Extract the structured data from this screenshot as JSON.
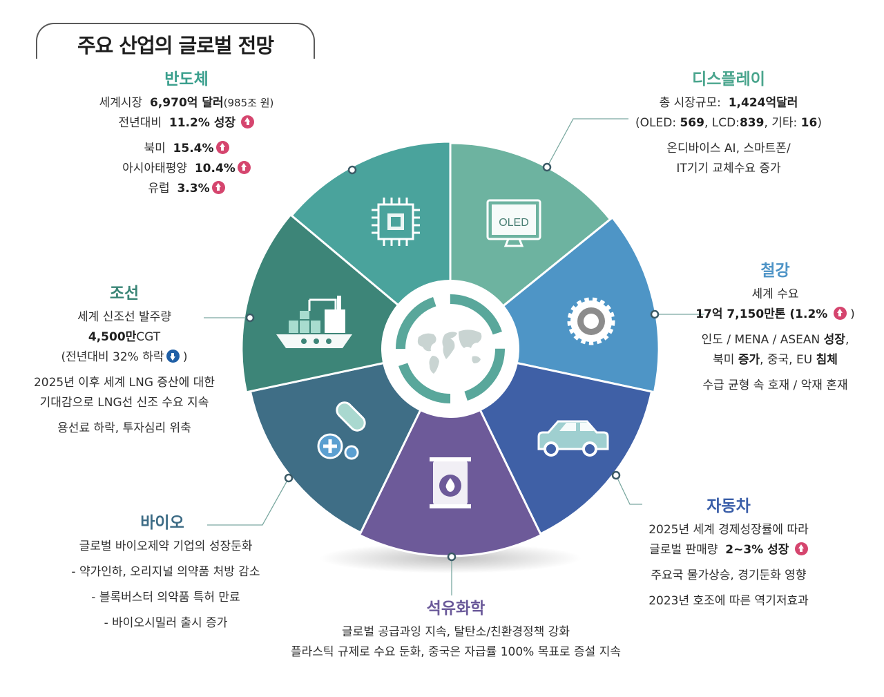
{
  "title": "주요 산업의 글로벌 전망",
  "semiconductor": {
    "heading": "반도체",
    "l1_prefix": "세계시장",
    "l1_value": "6,970억 달러",
    "l1_suffix": "(985조 원)",
    "l2_prefix": "전년대비",
    "l2_value": "11.2% 성장",
    "r1_label": "북미",
    "r1_value": "15.4%",
    "r2_label": "아시아태평양",
    "r2_value": "10.4%",
    "r3_label": "유럽",
    "r3_value": "3.3%"
  },
  "display": {
    "heading": "디스플레이",
    "l1_prefix": "총 시장규모:",
    "l1_value": "1,424억달러",
    "l2_open": "(OLED:",
    "l2_oled": "569",
    "l2_mid": ", LCD:",
    "l2_lcd": "839",
    "l2_mid2": ", 기타:",
    "l2_etc": "16",
    "l2_close": ")",
    "l3": "온디바이스 AI, 스마트폰/",
    "l4": "IT기기 교체수요 증가",
    "icon_label": "OLED"
  },
  "steel": {
    "heading": "철강",
    "l1": "세계 수요",
    "l2_value": "17억 7,150만톤 (1.2%",
    "l2_close": ")",
    "l3_a": "인도 / MENA / ASEAN",
    "l3_b": "성장",
    "l3_c": ",",
    "l4_a": "북미",
    "l4_b": "증가",
    "l4_c": ", 중국, EU",
    "l4_d": "침체",
    "l5": "수급 균형 속 호재 / 악재 혼재"
  },
  "shipbuilding": {
    "heading": "조선",
    "l1": "세계 신조선 발주량",
    "l2_value": "4,500만",
    "l2_unit": "CGT",
    "l3_prefix": "(전년대비  32% 하락",
    "l3_close": ")",
    "l4": "2025년 이후 세계 LNG 증산에 대한",
    "l5": "기대감으로 LNG선 신조 수요 지속",
    "l6": "용선료 하락, 투자심리 위축"
  },
  "auto": {
    "heading": "자동차",
    "l1": "2025년 세계 경제성장률에 따라",
    "l2_prefix": "글로벌 판매량",
    "l2_value": "2~3% 성장",
    "l3": "주요국 물가상승, 경기둔화 영향",
    "l4": "2023년 호조에 따른 역기저효과"
  },
  "bio": {
    "heading": "바이오",
    "l1": "글로벌 바이오제약 기업의 성장둔화",
    "l2": "- 약가인하, 오리지널 의약품 처방 감소",
    "l3": "- 블록버스터 의약품 특허 만료",
    "l4": "- 바이오시밀러 출시 증가"
  },
  "petrochem": {
    "heading": "석유화학",
    "l1": "글로벌 공급과잉 지속, 탈탄소/친환경정책 강화",
    "l2": "플라스틱 규제로 수요 둔화,  중국은 자급률 100% 목표로 증설 지속"
  },
  "colors": {
    "semiconductor": "#4aa39c",
    "display": "#6db3a0",
    "steel": "#4e95c6",
    "auto": "#3f60a6",
    "petrochem": "#6d5a99",
    "bio": "#3f6e86",
    "shipbuilding": "#3d8578",
    "heading_semi": "#3a9f8d",
    "heading_disp": "#4aa58d",
    "heading_steel": "#4d93c6",
    "heading_auto": "#3a5ea8",
    "heading_petro": "#6b5a9a",
    "heading_bio": "#3c6b85",
    "heading_ship": "#3a8576",
    "up_arrow": "#d5456e",
    "down_arrow": "#1f5fa6"
  }
}
